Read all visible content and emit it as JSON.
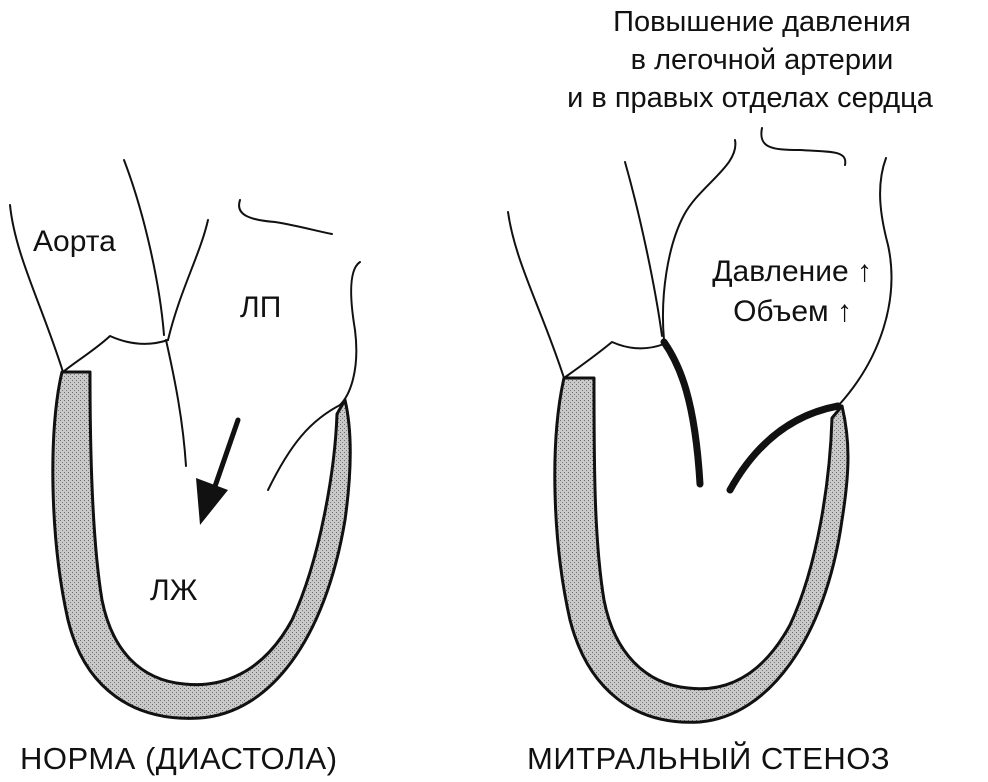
{
  "left_panel": {
    "aorta_label": "Аорта",
    "la_label": "ЛП",
    "lv_label": "ЛЖ",
    "caption": "НОРМА (ДИАСТОЛА)"
  },
  "right_panel": {
    "header_lines": [
      "Повышение давления",
      "в легочной артерии",
      "и в правых отделах сердца"
    ],
    "pressure_label": "Давление ↑",
    "volume_label": "Объем ↑",
    "caption": "МИТРАЛЬНЫЙ СТЕНОЗ"
  },
  "colors": {
    "ink": "#111111",
    "wall_fill": "#c4c4c4",
    "background": "#ffffff"
  },
  "icons": {
    "flow_arrow": "arrow-down-left-icon",
    "increase_arrow": "arrow-up-icon"
  }
}
